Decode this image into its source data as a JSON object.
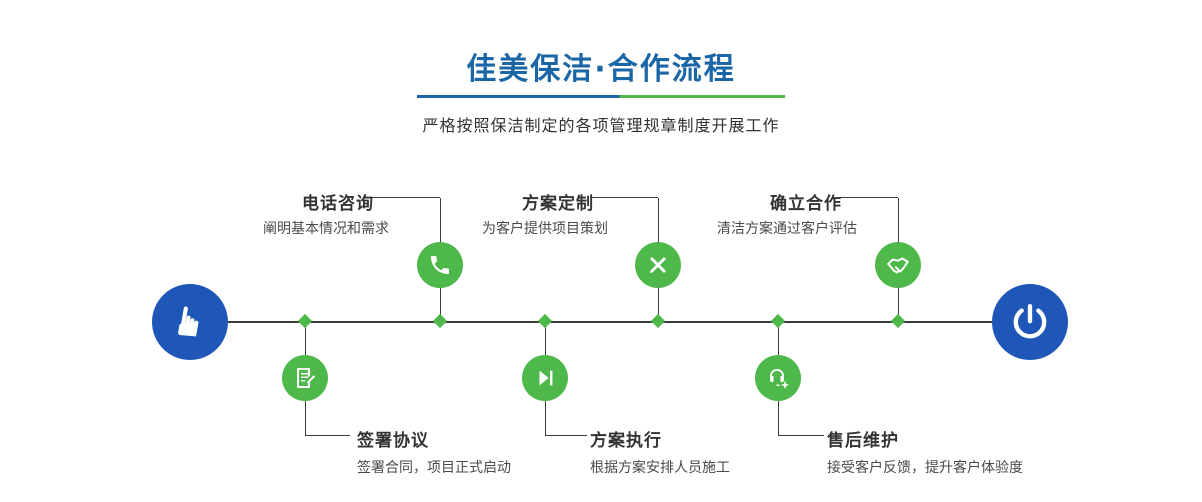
{
  "header": {
    "title": "佳美保洁·合作流程",
    "subtitle": "严格按照保洁制定的各项管理规章制度开展工作"
  },
  "colors": {
    "title_blue": "#1b66a6",
    "node_blue": "#1e57b8",
    "accent_green": "#4eb84b",
    "line_dark": "#3c3c3c"
  },
  "timeline": {
    "start_icon": "pointing-hand-icon",
    "end_icon": "power-icon"
  },
  "steps_top": [
    {
      "title": "电话咨询",
      "desc": "阐明基本情况和需求",
      "icon": "phone-icon"
    },
    {
      "title": "方案定制",
      "desc": "为客户提供项目策划",
      "icon": "pencil-ruler-icon"
    },
    {
      "title": "确立合作",
      "desc": "清洁方案通过客户评估",
      "icon": "handshake-icon"
    }
  ],
  "steps_bottom": [
    {
      "title": "签署协议",
      "desc": "签署合同，项目正式启动",
      "icon": "contract-icon"
    },
    {
      "title": "方案执行",
      "desc": "根据方案安排人员施工",
      "icon": "play-icon"
    },
    {
      "title": "售后维护",
      "desc": "接受客户反馈，提升客户体验度",
      "icon": "headset-icon"
    }
  ]
}
